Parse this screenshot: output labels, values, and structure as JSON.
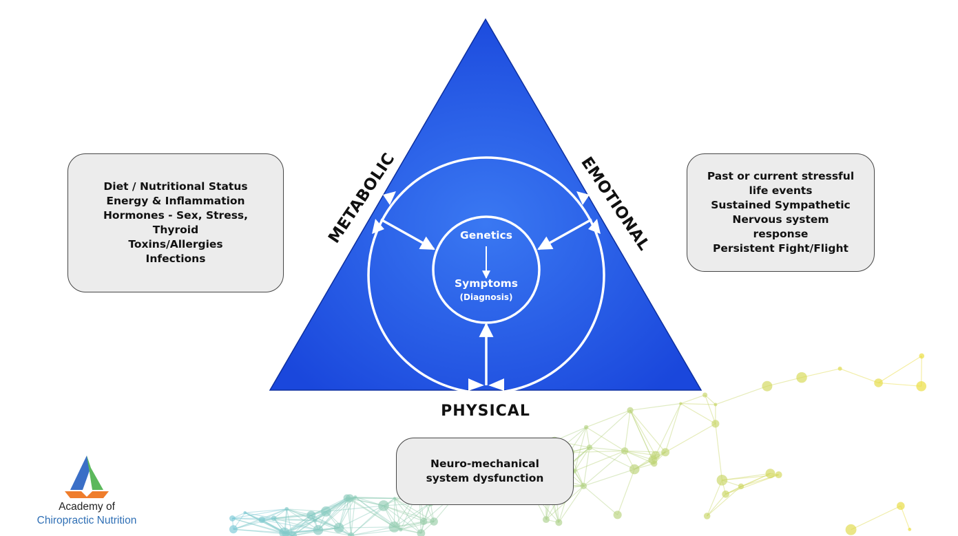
{
  "diagram": {
    "side_labels": {
      "metabolic": "METABOLIC",
      "emotional": "EMOTIONAL",
      "physical": "PHYSICAL"
    },
    "center": {
      "genetics": "Genetics",
      "symptoms": "Symptoms",
      "diagnosis": "(Diagnosis)"
    },
    "boxes": {
      "metabolic": [
        "Diet / Nutritional Status",
        "Energy & Inflammation",
        "Hormones - Sex, Stress,",
        "Thyroid",
        "Toxins/Allergies",
        "Infections"
      ],
      "emotional": [
        "Past or current stressful",
        "life events",
        "Sustained Sympathetic",
        "Nervous system",
        "response",
        "Persistent Fight/Flight"
      ],
      "physical": [
        "Neuro-mechanical",
        "system dysfunction"
      ]
    },
    "colors": {
      "triangle": "#1f52e6",
      "triangle_light": "#3a78f2",
      "arrows": "#ffffff",
      "box_bg": "#ececec"
    }
  },
  "logo": {
    "line1": "Academy of",
    "line2": "Chiropractic Nutrition"
  }
}
